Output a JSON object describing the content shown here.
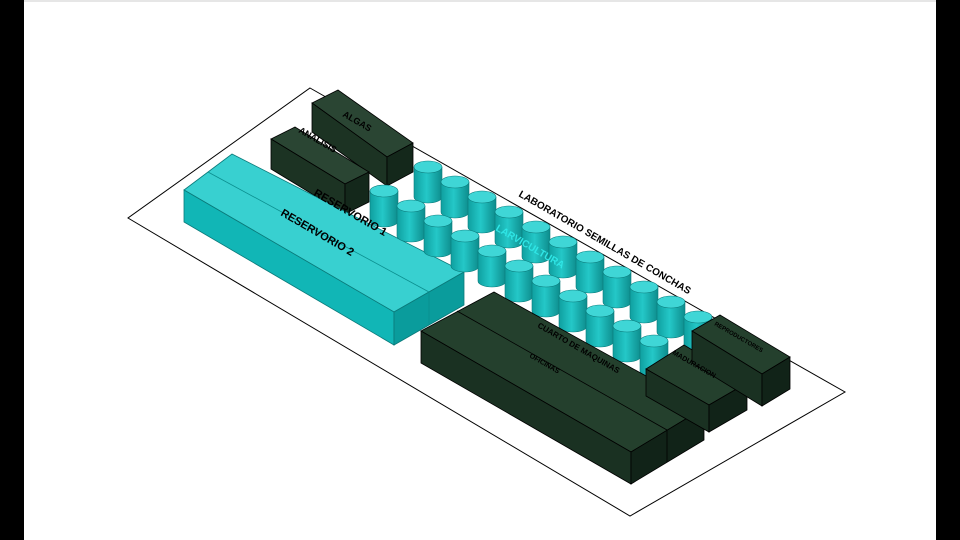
{
  "title": "LABORATORIO SEMILLAS DE CONCHAS",
  "areas": {
    "algas": "ALGAS",
    "analisis": "ANALISIS",
    "reservorio_1": "RESERVORIO 1",
    "reservorio_2": "RESERVORIO 2",
    "larvicultura": "LARVICULTURA",
    "cuarto_maquinas": "CUARTO DE MAQUINAS",
    "oficinas": "OFICINAS",
    "maduracion": "MADURACION",
    "reproductores": "REPRODUCTORES"
  },
  "tanks": {
    "rows": 2,
    "per_row": 11
  },
  "colors": {
    "dark_building": "#1d3424",
    "reservoir": "#12b9b9",
    "tank": "#1fbcbc",
    "larvicultura_text": "#2fe6e6"
  }
}
